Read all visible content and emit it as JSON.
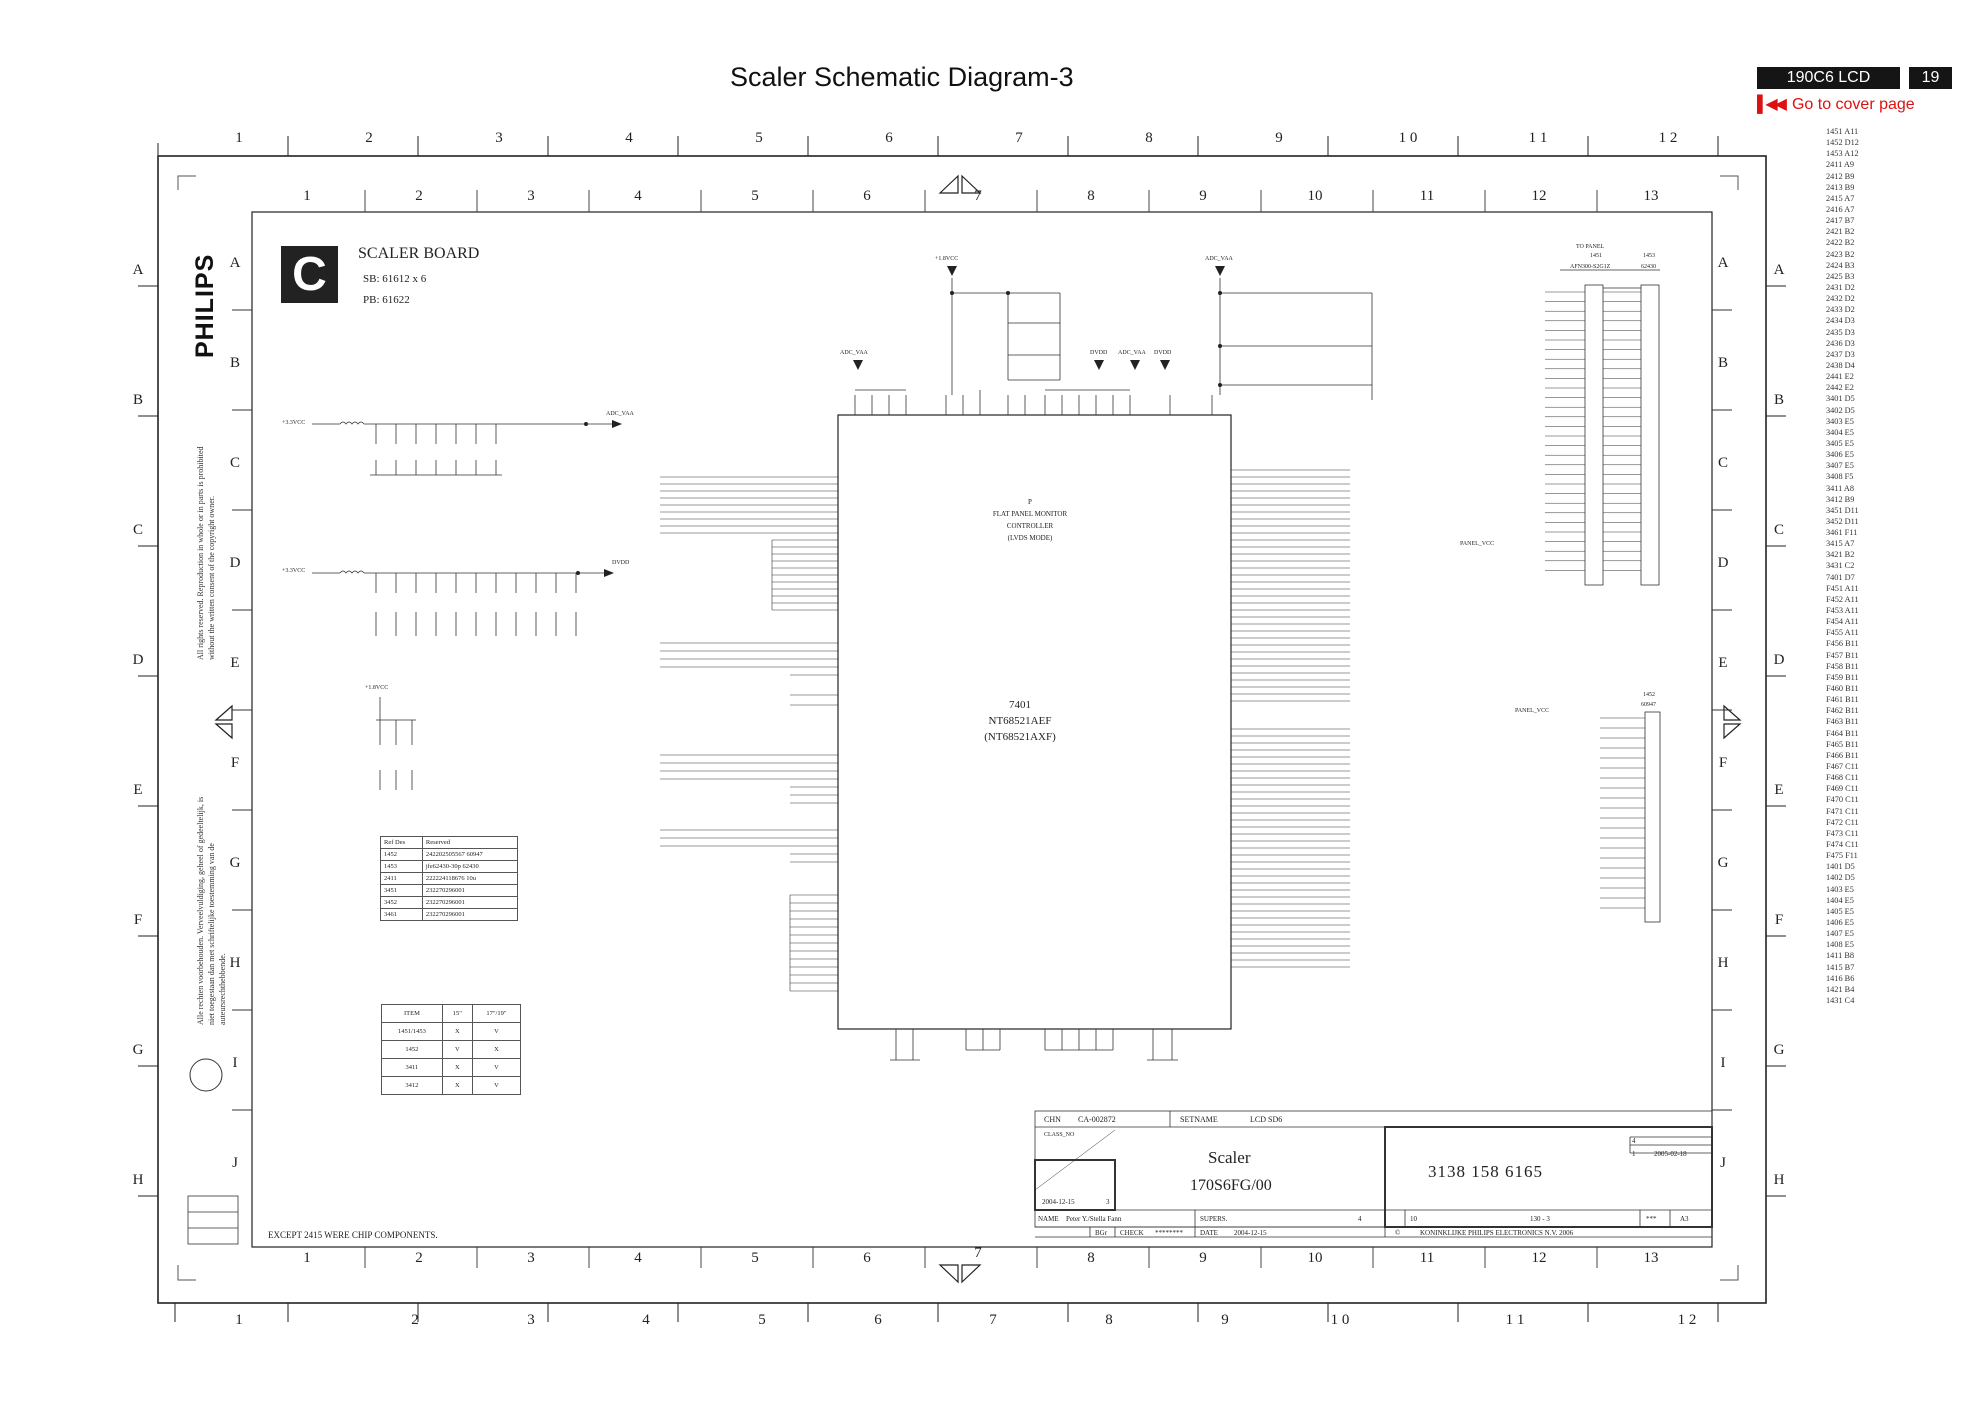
{
  "page": {
    "title": "Scaler Schematic Diagram-3",
    "model_badge": "190C6 LCD",
    "page_number": "19",
    "cover_link": "Go to cover page"
  },
  "references": [
    "1451 A11",
    "1452 D12",
    "1453 A12",
    "2411 A9",
    "2412 B9",
    "2413 B9",
    "2415 A7",
    "2416 A7",
    "2417 B7",
    "2421 B2",
    "2422 B2",
    "2423 B2",
    "2424 B3",
    "2425 B3",
    "2431 D2",
    "2432 D2",
    "2433 D2",
    "2434 D3",
    "2435 D3",
    "2436 D3",
    "2437 D3",
    "2438 D4",
    "2441 E2",
    "2442 E2",
    "3401 D5",
    "3402 D5",
    "3403 E5",
    "3404 E5",
    "3405 E5",
    "3406 E5",
    "3407 E5",
    "3408 F5",
    "3411 A8",
    "3412 B9",
    "3451 D11",
    "3452 D11",
    "3461 F11",
    "3415 A7",
    "3421 B2",
    "3431 C2",
    "7401 D7",
    "F451 A11",
    "F452 A11",
    "F453 A11",
    "F454 A11",
    "F455 A11",
    "F456 B11",
    "F457 B11",
    "F458 B11",
    "F459 B11",
    "F460 B11",
    "F461 B11",
    "F462 B11",
    "F463 B11",
    "F464 B11",
    "F465 B11",
    "F466 B11",
    "F467 C11",
    "F468 C11",
    "F469 C11",
    "F470 C11",
    "F471 C11",
    "F472 C11",
    "F473 C11",
    "F474 C11",
    "F475 F11",
    "1401 D5",
    "1402 D5",
    "1403 E5",
    "1404 E5",
    "1405 E5",
    "1406 E5",
    "1407 E5",
    "1408 E5",
    "1411 B8",
    "1415 B7",
    "1416 B6",
    "1421 B4",
    "1431 C4"
  ],
  "grid": {
    "outer_top": [
      "1",
      "2",
      "3",
      "4",
      "5",
      "6",
      "7",
      "8",
      "9",
      "1 0",
      "1 1",
      "1 2"
    ],
    "outer_bottom": [
      "1",
      "2",
      "3",
      "4",
      "5",
      "6",
      "7",
      "8",
      "9",
      "1 0",
      "1 1",
      "1 2"
    ],
    "inner": [
      "1",
      "2",
      "3",
      "4",
      "5",
      "6",
      "7",
      "8",
      "9",
      "10",
      "11",
      "12",
      "13"
    ],
    "outer_rows": [
      "A",
      "B",
      "C",
      "D",
      "E",
      "F",
      "G",
      "H"
    ],
    "inner_rows": [
      "A",
      "B",
      "C",
      "D",
      "E",
      "F",
      "G",
      "H",
      "I",
      "J"
    ]
  },
  "board": {
    "brand": "PHILIPS",
    "logo_letter": "C",
    "name": "SCALER BOARD",
    "sb": "SB: 61612 x 6",
    "pb": "PB: 61622",
    "footer_note": "EXCEPT 2415 WERE CHIP COMPONENTS.",
    "notice_en": "All rights reserved. Reproduction in whole or in parts is prohibited without the written consent of the copyright owner.",
    "notice_nl": "Alle rechten voorbehouden. Verveelvuldiging, geheel of gedeeltelijk, is niet toegestaan dan met schriftelijke toestemming van de auteursrechthebbende."
  },
  "ic": {
    "ref": "7401",
    "part1": "NT68521AEF",
    "part2": "(NT68521AXF)",
    "desc1": "P",
    "desc2": "FLAT PANEL MONITOR",
    "desc3": "CONTROLLER",
    "desc4": "(LVDS MODE)"
  },
  "nets": {
    "vcc33_1": "+3.3VCC",
    "vcc33_2": "+3.3VCC",
    "vcc18_1": "+1.8VCC",
    "vcc18_2": "+1.8VCC",
    "adc_vaa1": "ADC_VAA",
    "adc_vaa2": "ADC_VAA",
    "adc_vaa3": "ADC_VAA",
    "dvdd1": "DVDD",
    "dvdd2": "DVDD",
    "dvdd3": "DVDD",
    "panel_vcc1": "PANEL_VCC",
    "panel_vcc2": "PANEL_VCC",
    "to_panel": "TO PANEL"
  },
  "ref_table": {
    "header": [
      "Ref Des",
      "Reserved"
    ],
    "rows": [
      [
        "1452",
        "242202505567 60947"
      ],
      [
        "1453",
        "jfe62430-30p 62430"
      ],
      [
        "2411",
        "222224118676 10u"
      ],
      [
        "3451",
        "232270296001"
      ],
      [
        "3452",
        "232270296001"
      ],
      [
        "3461",
        "232270296001"
      ]
    ]
  },
  "item_table": {
    "header": [
      "ITEM",
      "15\"",
      "17\"/19\""
    ],
    "rows": [
      [
        "1451/1453",
        "X",
        "V"
      ],
      [
        "1452",
        "V",
        "X"
      ],
      [
        "3411",
        "X",
        "V"
      ],
      [
        "3412",
        "X",
        "V"
      ]
    ]
  },
  "title_block": {
    "chn": "CHN",
    "chn_val": "CA-002872",
    "setname": "SETNAME",
    "setname_val": "LCD SD6",
    "title": "Scaler",
    "model": "170S6FG/00",
    "number": "3138 158 6165",
    "name_label": "NAME",
    "name_val": "Peter Y./Stella Fann",
    "supers": "SUPERS.",
    "date_label": "DATE",
    "date_val": "2004-12-15",
    "date_box": "2004-12-15",
    "rev_date": "2005-02-18",
    "rev": "1",
    "check": "CHECK",
    "check_val": "********",
    "bgr": "BGr",
    "sheet": "130 - 3",
    "copyright": "KONINKLIJKE PHILIPS ELECTRONICS N.V. 2006",
    "class": "CLASS_NO",
    "size": "A3",
    "stars": "***",
    "num4": "4",
    "num10": "10",
    "num3": "3"
  },
  "connectors": {
    "c1451": "1451",
    "c1451_part": "AFN300-S2G1Z",
    "c1453": "1453",
    "c1453_part": "62430",
    "c1452": "1452",
    "c1452_part": "60947"
  }
}
